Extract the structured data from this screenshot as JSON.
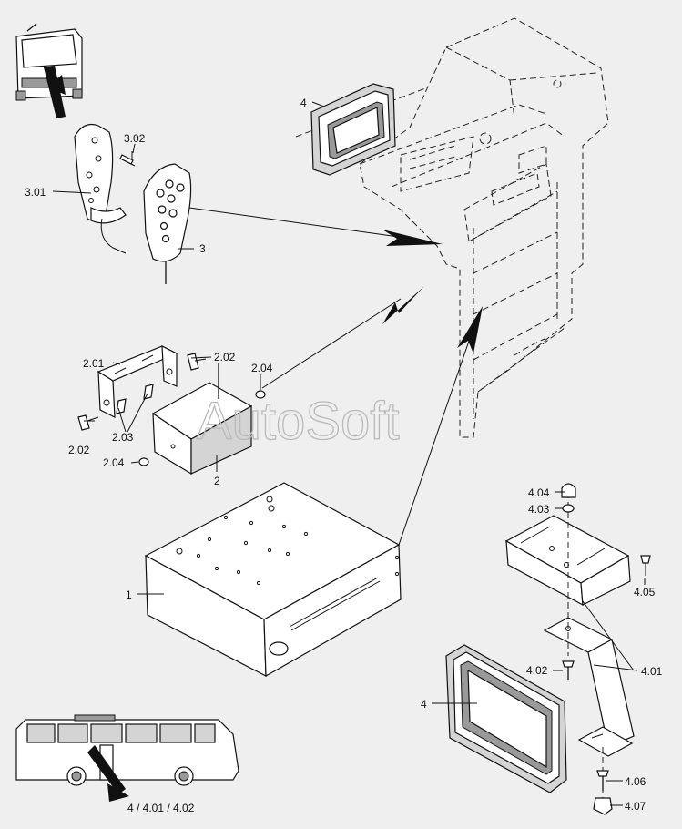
{
  "watermark": "AutoSoft",
  "labels": {
    "l1": "1",
    "l2": "2",
    "l201": "2.01",
    "l202a": "2.02",
    "l202b": "2.02",
    "l203": "2.03",
    "l204a": "2.04",
    "l204b": "2.04",
    "l3": "3",
    "l301": "3.01",
    "l302": "3.02",
    "l4a": "4",
    "l4b": "4",
    "l401": "4.01",
    "l402": "4.02",
    "l403": "4.03",
    "l404": "4.04",
    "l405": "4.05",
    "l406": "4.06",
    "l407": "4.07",
    "lbus": "4 / 4.01 / 4.02"
  },
  "colors": {
    "background": "#efefef",
    "line": "#111111",
    "watermark": "#b9b9b9"
  }
}
